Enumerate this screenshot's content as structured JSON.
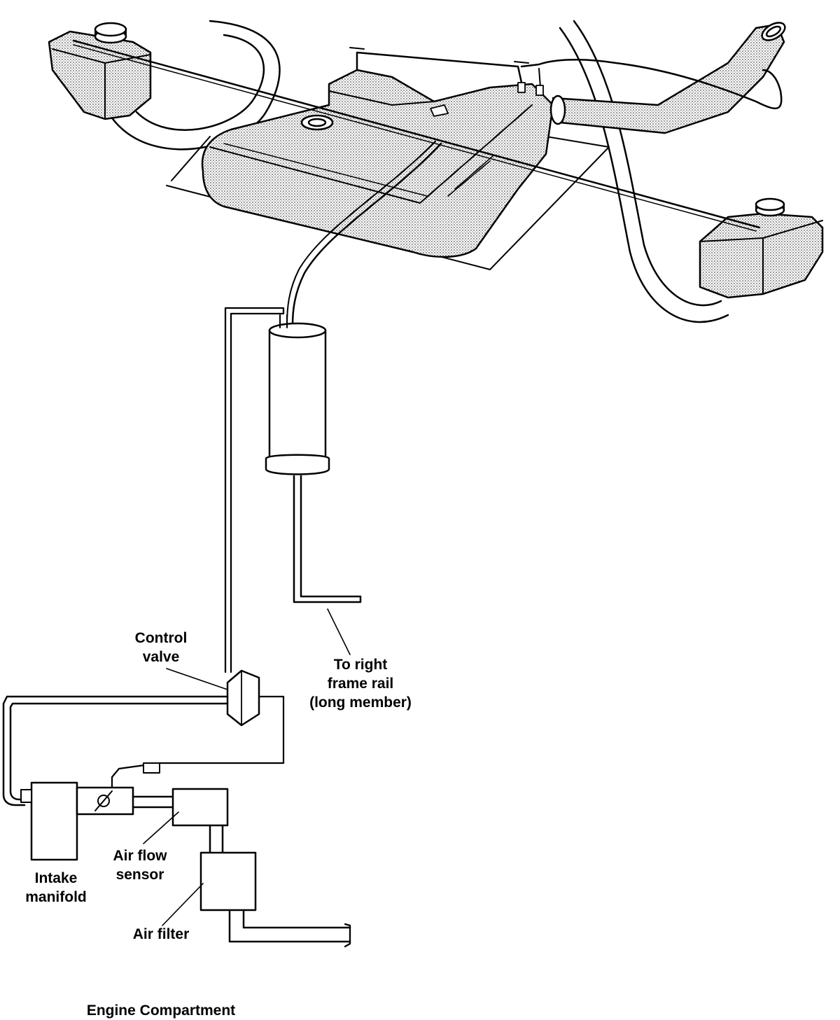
{
  "labels": {
    "control_valve": [
      "Control",
      "valve"
    ],
    "to_right_frame_rail": [
      "To right",
      "frame rail",
      "(long member)"
    ],
    "air_flow_sensor": [
      "Air flow",
      "sensor"
    ],
    "intake_manifold": [
      "Intake",
      "manifold"
    ],
    "air_filter": "Air filter",
    "engine_compartment": "Engine Compartment"
  },
  "colors": {
    "line": "#000000",
    "shade": "#b8b8b8",
    "background": "#ffffff"
  }
}
